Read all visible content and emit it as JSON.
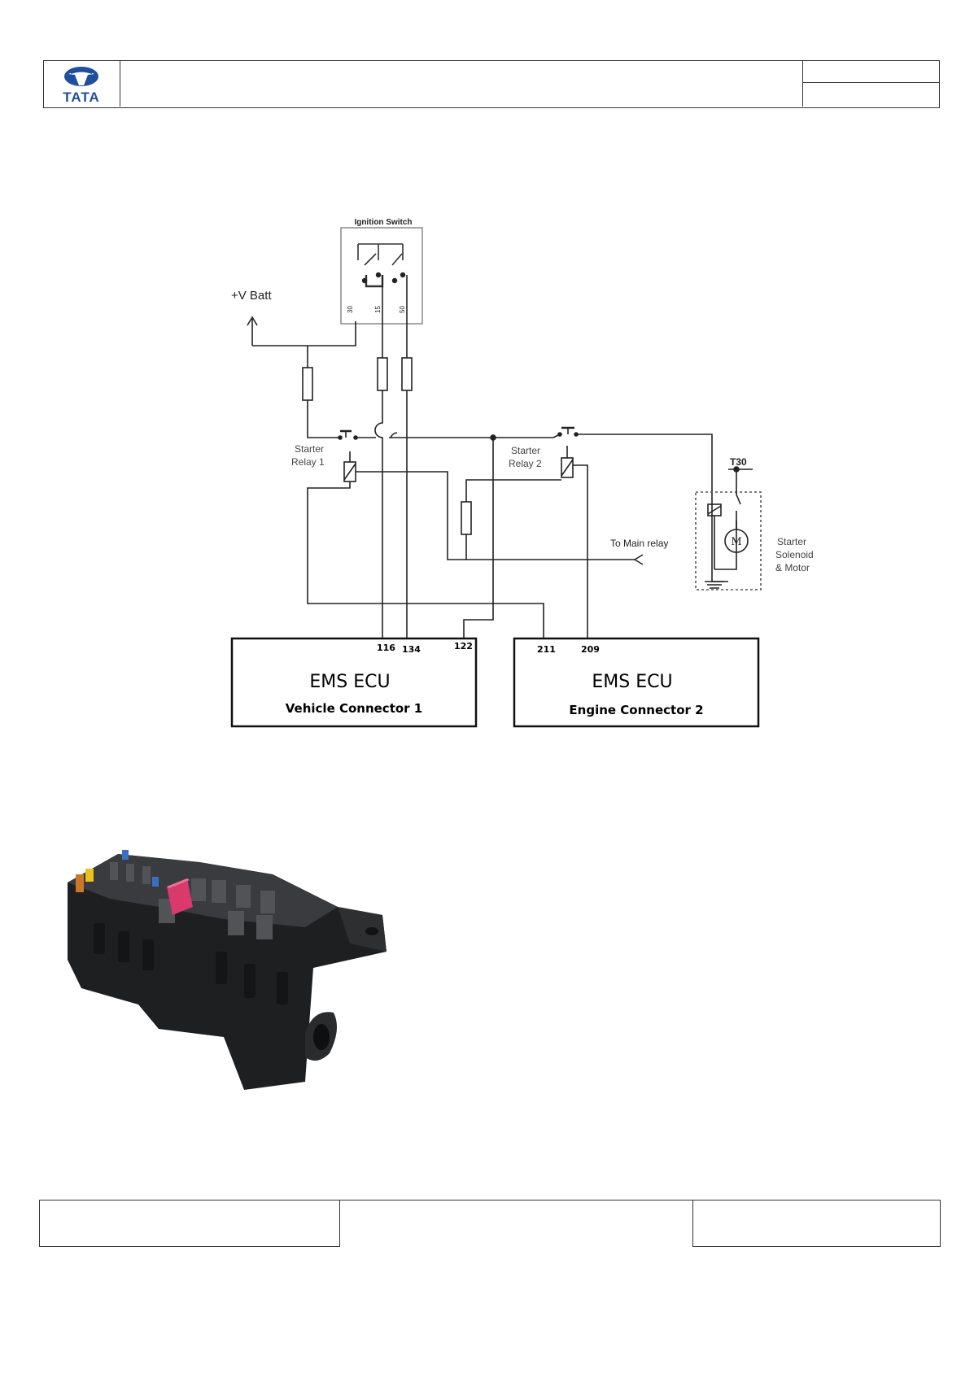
{
  "header": {
    "logo_text": "TATA"
  },
  "diagram": {
    "ignition_label": "Ignition Switch",
    "ign_pin_30": "30",
    "ign_pin_15": "15",
    "ign_pin_50": "50",
    "vbatt_label": "+V Batt",
    "relay1_label_line1": "Starter",
    "relay1_label_line2": "Relay 1",
    "relay2_label_line1": "Starter",
    "relay2_label_line2": "Relay 2",
    "main_relay_label": "To Main relay",
    "t30_label": "T30",
    "motor_symbol": "M",
    "solenoid_label_line1": "Starter",
    "solenoid_label_line2": "Solenoid",
    "solenoid_label_line3": "& Motor",
    "ecu1_title": "EMS  ECU",
    "ecu1_sub": "Vehicle Connector 1",
    "ecu1_pins": [
      "116",
      "134",
      "122"
    ],
    "ecu2_title": "EMS  ECU",
    "ecu2_sub": "Engine Connector 2",
    "ecu2_pins": [
      "211",
      "209"
    ]
  },
  "colors": {
    "line": "#222222",
    "housing": "#2b2c2e",
    "relay_pink": "#d93a6b",
    "fuse_yellow": "#e8c21a",
    "fuse_blue": "#3a6fc4",
    "fuse_orange": "#c9782a"
  }
}
